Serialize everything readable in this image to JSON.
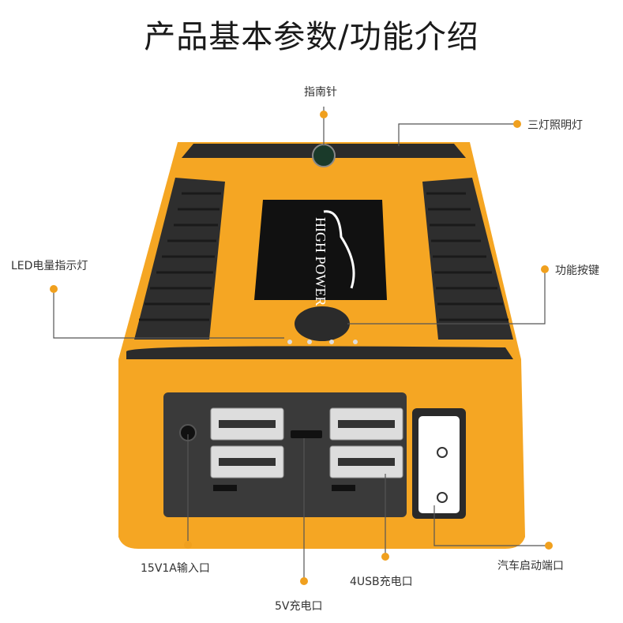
{
  "title": "产品基本参数/功能介绍",
  "logo_text": "HIGH POWER",
  "colors": {
    "accent": "#f0a01e",
    "body_orange": "#f5a623",
    "body_dark": "#2b2b2b",
    "line": "#555555"
  },
  "callouts": {
    "compass": "指南针",
    "light": "三灯照明灯",
    "led": "LED电量指示灯",
    "button": "功能按键",
    "input": "15V1A输入口",
    "charge5v": "5V充电口",
    "usb": "4USB充电口",
    "car_start": "汽车启动端口"
  }
}
